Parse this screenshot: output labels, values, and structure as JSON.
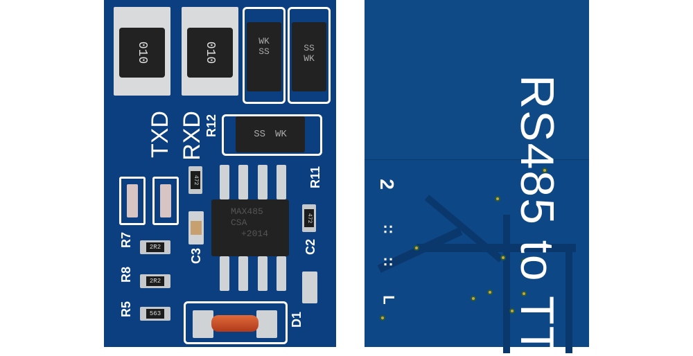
{
  "left_board": {
    "big_resistors": [
      "010",
      "010"
    ],
    "diode_marks": [
      {
        "logo": "SS",
        "code": "WK"
      },
      {
        "logo": "SS",
        "code": "WK"
      },
      {
        "logo": "SS",
        "code": "WK"
      }
    ],
    "labels": {
      "txd": "TXD",
      "rxd": "RXD",
      "r12": "R12",
      "r11": "R11",
      "r7": "R7",
      "r8": "R8",
      "r5": "R5",
      "c3": "C3",
      "c2": "C2",
      "d1": "D1"
    },
    "ic": {
      "line1": "MAX485",
      "line2": "CSA",
      "line3": "+2014"
    },
    "small_resistors": {
      "r12": "472",
      "r11": "472",
      "r7": "2R2",
      "r8": "2R2",
      "r5": "563"
    }
  },
  "right_board": {
    "title": "RS485 to TT",
    "pin_labels": [
      "2",
      "::",
      "::",
      "L"
    ]
  }
}
